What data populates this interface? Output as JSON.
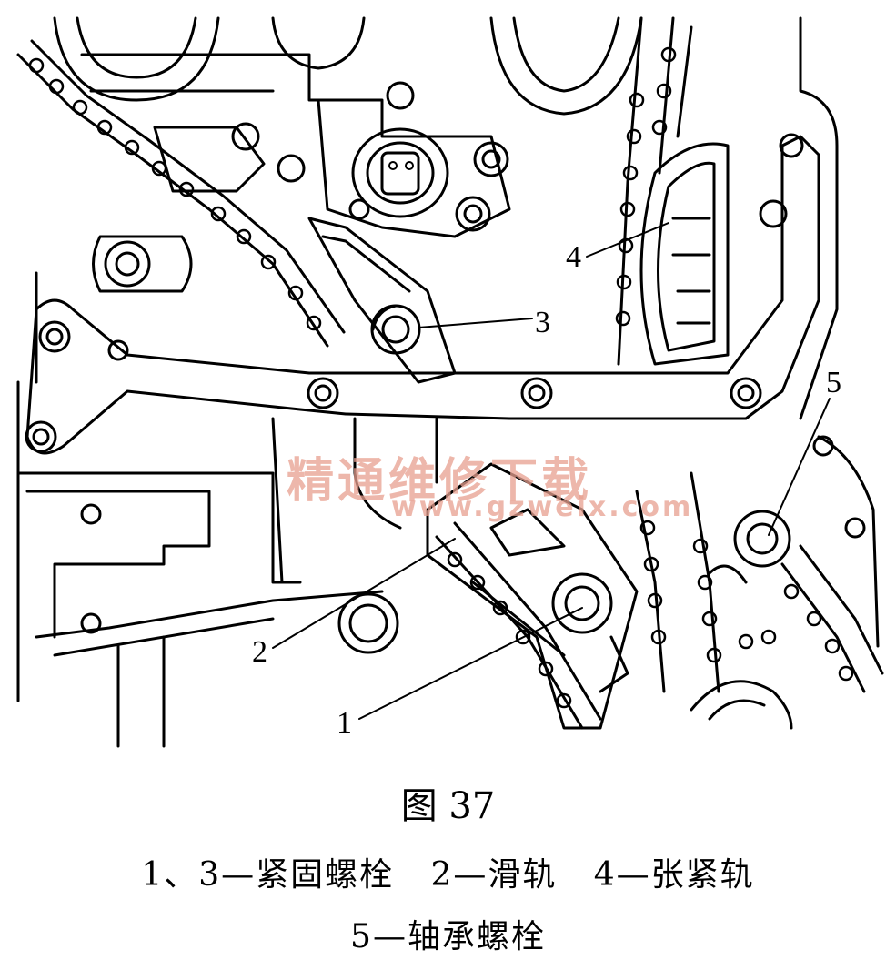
{
  "figure": {
    "title": "图 37",
    "legend_line1": "1、3—紧固螺栓   2—滑轨   4—张紧轨",
    "legend_line2": "5—轴承螺栓"
  },
  "callouts": {
    "c1": "1",
    "c2": "2",
    "c3": "3",
    "c4": "4",
    "c5": "5"
  },
  "watermark": {
    "text_cn": "精通维修下载",
    "text_url": "www.gzweix.com"
  },
  "colors": {
    "line": "#000000",
    "background": "#ffffff",
    "watermark": "#e8a090"
  }
}
